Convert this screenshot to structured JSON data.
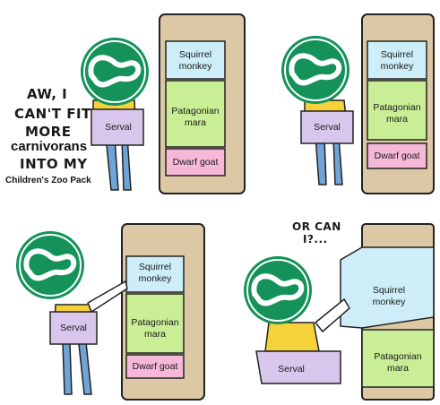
{
  "comic": {
    "speech_top_left": [
      "AW, I",
      "CAN'T FIT",
      "MORE"
    ],
    "overlay_word": "carnivorans",
    "speech_top_left_end": "INTO MY",
    "caption": "Children's Zoo Pack",
    "speech_bottom_right": [
      "OR CAN",
      "I?..."
    ],
    "labels": {
      "serval": "Serval",
      "squirrel_line1": "Squirrel",
      "squirrel_line2": "monkey",
      "mara_line1": "Patagonian",
      "mara_line2": "mara",
      "goat": "Dwarf goat"
    }
  },
  "colors": {
    "logo_green": "#14925a",
    "squirrel_box": "#cdeef8",
    "mara_box": "#c9ee96",
    "goat_box": "#f6b8d8",
    "serval_card": "#d9c6ec",
    "shelf": "#dcc8a4",
    "shirt": "#f5d23a",
    "pants": "#6fa4d8"
  }
}
